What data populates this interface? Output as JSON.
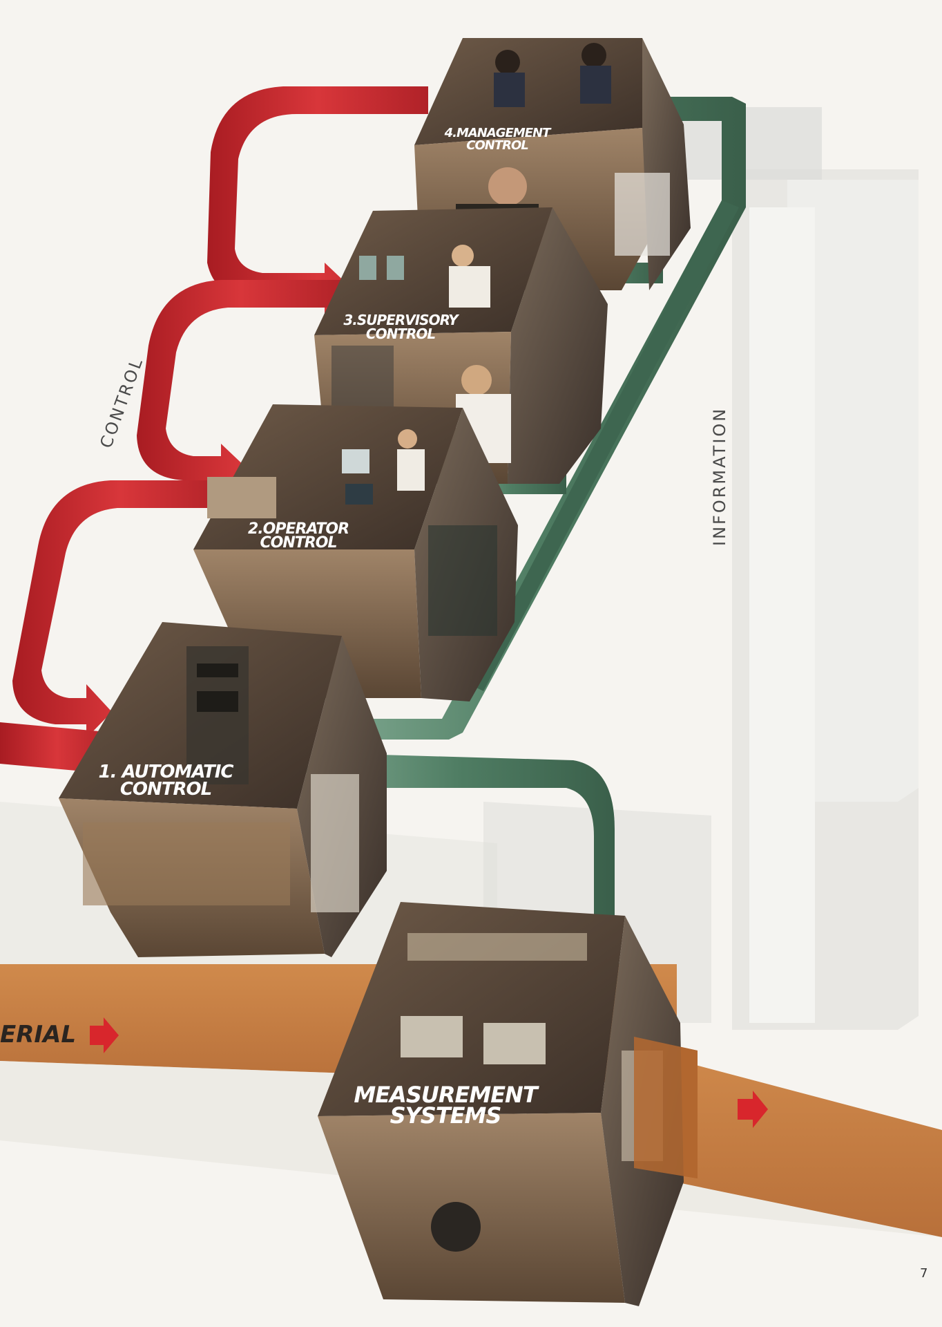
{
  "diagram": {
    "levels": [
      {
        "line1": "4.MANAGEMENT",
        "line2": "CONTROL"
      },
      {
        "line1": "3.SUPERVISORY",
        "line2": "CONTROL"
      },
      {
        "line1": "2.OPERATOR",
        "line2": "CONTROL"
      },
      {
        "line1": "1. AUTOMATIC",
        "line2": "CONTROL"
      }
    ],
    "measurement": {
      "line1": "MEASUREMENT",
      "line2": "SYSTEMS"
    },
    "control_label": "CONTROL",
    "information_label": "INFORMATION",
    "material_label": "ERIAL",
    "page_number": "7",
    "colors": {
      "control_arrow": "#c4262c",
      "information_arrow": "#5e8c72",
      "material_band": "#c47a3c",
      "shadow": "#d9d9d6"
    }
  }
}
